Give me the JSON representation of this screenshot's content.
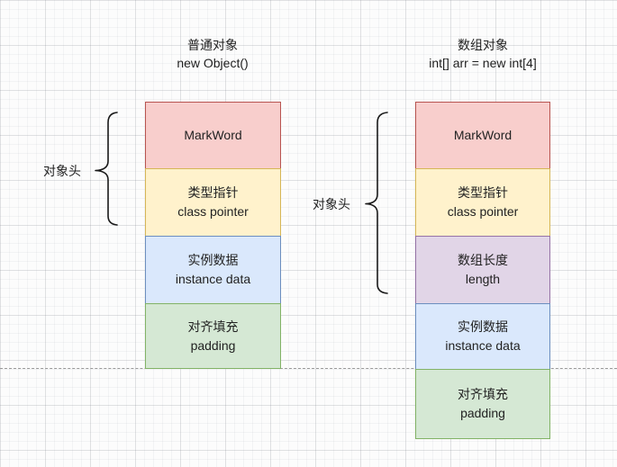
{
  "canvas": {
    "dashed_line_color": "#9a9a9a",
    "grid_major_color": "#e6e7ea",
    "grid_minor_color": "#f4f4f6",
    "background_color": "#fcfcfc",
    "brace_color": "#1a1a1a"
  },
  "left": {
    "title_line1": "普通对象",
    "title_line2": "new Object()",
    "brace_label": "对象头",
    "blocks": [
      {
        "name": "mark-word",
        "line1": "MarkWord",
        "line2": "",
        "fill": "#f8cecc",
        "border": "#b85450"
      },
      {
        "name": "class-pointer",
        "line1": "类型指针",
        "line2": "class pointer",
        "fill": "#fff2cc",
        "border": "#d6b656"
      },
      {
        "name": "instance-data",
        "line1": "实例数据",
        "line2": "instance data",
        "fill": "#dae8fc",
        "border": "#6c8ebf"
      },
      {
        "name": "padding",
        "line1": "对齐填充",
        "line2": "padding",
        "fill": "#d5e8d4",
        "border": "#82b366"
      }
    ]
  },
  "right": {
    "title_line1": "数组对象",
    "title_line2": "int[] arr = new int[4]",
    "brace_label": "对象头",
    "blocks": [
      {
        "name": "mark-word",
        "line1": "MarkWord",
        "line2": "",
        "fill": "#f8cecc",
        "border": "#b85450"
      },
      {
        "name": "class-pointer",
        "line1": "类型指针",
        "line2": "class pointer",
        "fill": "#fff2cc",
        "border": "#d6b656"
      },
      {
        "name": "array-length",
        "line1": "数组长度",
        "line2": "length",
        "fill": "#e1d5e7",
        "border": "#9673a6"
      },
      {
        "name": "instance-data",
        "line1": "实例数据",
        "line2": "instance data",
        "fill": "#dae8fc",
        "border": "#6c8ebf"
      },
      {
        "name": "padding",
        "line1": "对齐填充",
        "line2": "padding",
        "fill": "#d5e8d4",
        "border": "#82b366"
      }
    ]
  }
}
